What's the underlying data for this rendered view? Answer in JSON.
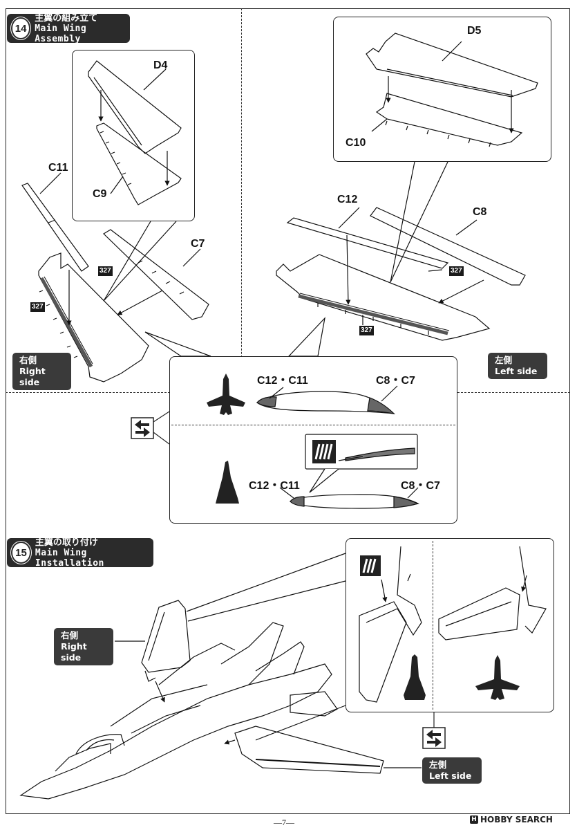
{
  "step14": {
    "number": "14",
    "title_jp": "主翼の組み立て",
    "title_en": "Main Wing Assembly"
  },
  "step15": {
    "number": "15",
    "title_jp": "主翼の取り付け",
    "title_en": "Main Wing Installation"
  },
  "sides": {
    "right_jp": "右側",
    "right_en": "Right side",
    "left_jp": "左側",
    "left_en": "Left side"
  },
  "parts": {
    "d4": "D4",
    "c9": "C9",
    "c11": "C11",
    "c7": "C7",
    "d5": "D5",
    "c10": "C10",
    "c12": "C12",
    "c8": "C8",
    "front_pair": "C12・C11",
    "rear_pair": "C8・C7"
  },
  "paint": {
    "code": "327"
  },
  "footer": {
    "page": "—7—",
    "brand": "HOBBY SEARCH",
    "brand_mark": "H"
  },
  "colors": {
    "header_bg": "#2b2b2b",
    "tag_bg": "#3a3a3a",
    "paint_fill": "#7a7a7a"
  }
}
